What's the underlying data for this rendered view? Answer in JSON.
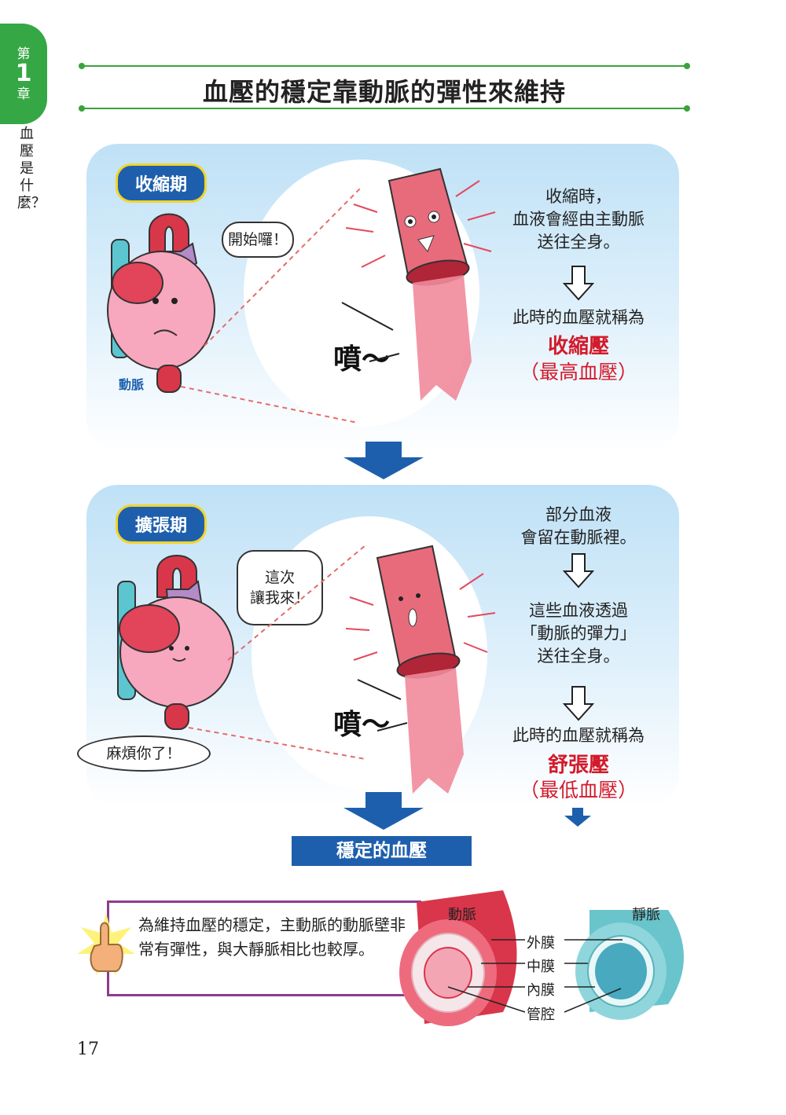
{
  "chapter": {
    "label_top": "第",
    "number": "1",
    "label_bottom": "章",
    "title": "血壓是什麼？"
  },
  "page_title": "血壓的穩定靠動脈的彈性來維持",
  "systole": {
    "phase": "收縮期",
    "speech": "開始囉！",
    "artery_label": "動脈",
    "puff": "噴～",
    "text_1": [
      "收縮時，",
      "血液會經由主動脈",
      "送往全身。"
    ],
    "text_2": "此時的血壓就稱為",
    "term": "收縮壓",
    "term_sub": "（最高血壓）"
  },
  "diastole": {
    "phase": "擴張期",
    "speech_artery": [
      "這次",
      "讓我來！"
    ],
    "speech_heart": "麻煩你了！",
    "puff": "噴～",
    "text_1": [
      "部分血液",
      "會留在動脈裡。"
    ],
    "text_2": [
      "這些血液透過",
      "「動脈的彈力」",
      "送往全身。"
    ],
    "text_3": "此時的血壓就稱為",
    "term": "舒張壓",
    "term_sub": "（最低血壓）"
  },
  "stable_label": "穩定的血壓",
  "note": "為維持血壓的穩定，主動脈的動脈壁非常有彈性，與大靜脈相比也較厚。",
  "vessels": {
    "artery": "動脈",
    "vein": "靜脈",
    "layers": [
      "外膜",
      "中膜",
      "內膜",
      "管腔"
    ]
  },
  "page_number": "17",
  "colors": {
    "accent_green": "#35a745",
    "accent_blue": "#1e5fad",
    "term_red": "#d31a2b",
    "note_border": "#8d3c8e"
  }
}
